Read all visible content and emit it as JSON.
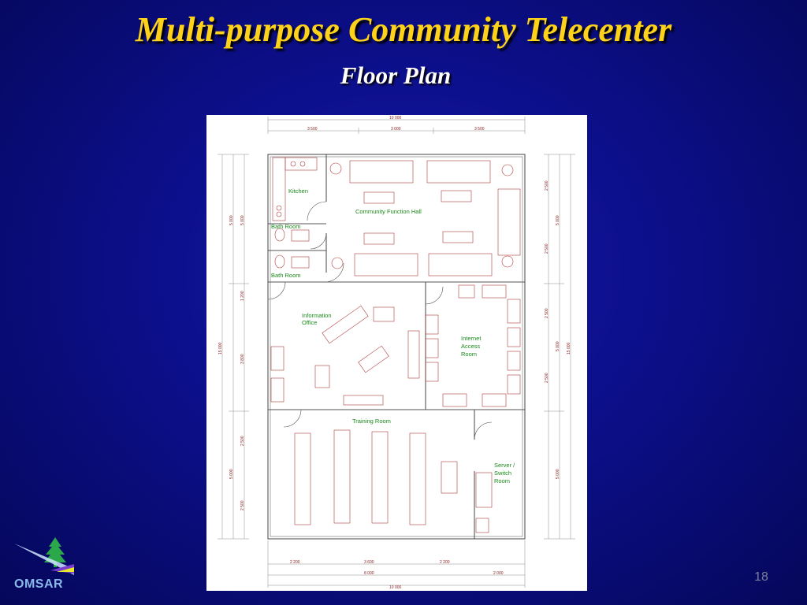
{
  "slide": {
    "title": "Multi-purpose Community Telecenter",
    "subtitle": "Floor Plan",
    "page_number": "18",
    "logo_text": "OMSAR"
  },
  "rooms": {
    "kitchen": "Kitchen",
    "hall": "Community  Function Hall",
    "bath1": "Bath Room",
    "bath2": "Bath Room",
    "info_line1": "Information",
    "info_line2": "Office",
    "inet_line1": "Internet",
    "inet_line2": "Access",
    "inet_line3": "Room",
    "training": "Training Room",
    "server_line1": "Server /",
    "server_line2": "Switch",
    "server_line3": "Room"
  },
  "dimensions": {
    "top_total": "10 000",
    "top_a": "3 500",
    "top_b": "3 000",
    "top_c": "3 500",
    "bottom_a": "2 200",
    "bottom_b": "3 600",
    "bottom_c": "2 200",
    "bottom_d": "8 000",
    "bottom_e": "2 000",
    "bottom_total": "10 000",
    "left_outer": "15 000",
    "left_mid_1": "5 000",
    "left_mid_2": "5 000",
    "left_inner_1": "5 000",
    "left_inner_2": "1 200",
    "left_inner_3": "3 800",
    "left_inner_4": "2 500",
    "left_inner_5": "2 500",
    "right_inner_1": "2 500",
    "right_inner_2": "2 500",
    "right_inner_3": "2 500",
    "right_inner_4": "2 500",
    "right_mid_1": "5 000",
    "right_mid_2": "5 000",
    "right_mid_3": "5 000",
    "right_outer": "15 000"
  }
}
